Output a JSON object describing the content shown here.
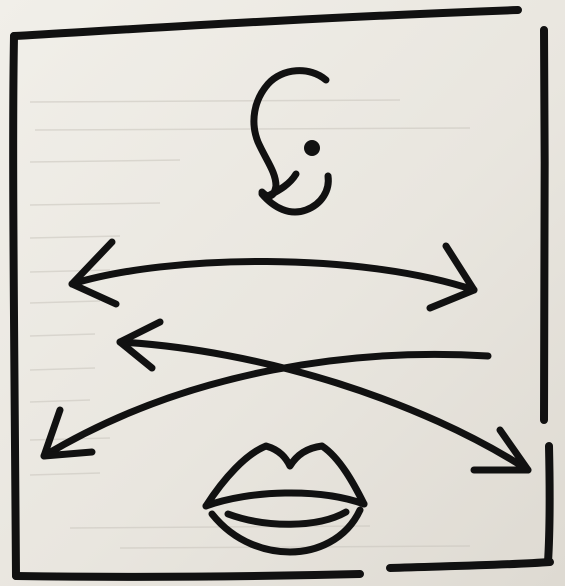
{
  "diagram": {
    "icons": {
      "ear": "ear-icon",
      "mouth": "mouth-icon"
    },
    "arrows": [
      {
        "name": "top-double-arrow",
        "heads": [
          "left",
          "right"
        ]
      },
      {
        "name": "cross-arrow-down-left",
        "heads": [
          "left"
        ]
      },
      {
        "name": "cross-arrow-down-right",
        "heads": [
          "left",
          "right"
        ]
      }
    ],
    "colors": {
      "ink": "#111111",
      "paper": "#ece9e2",
      "bleed_through": "#b9b5ad"
    }
  }
}
